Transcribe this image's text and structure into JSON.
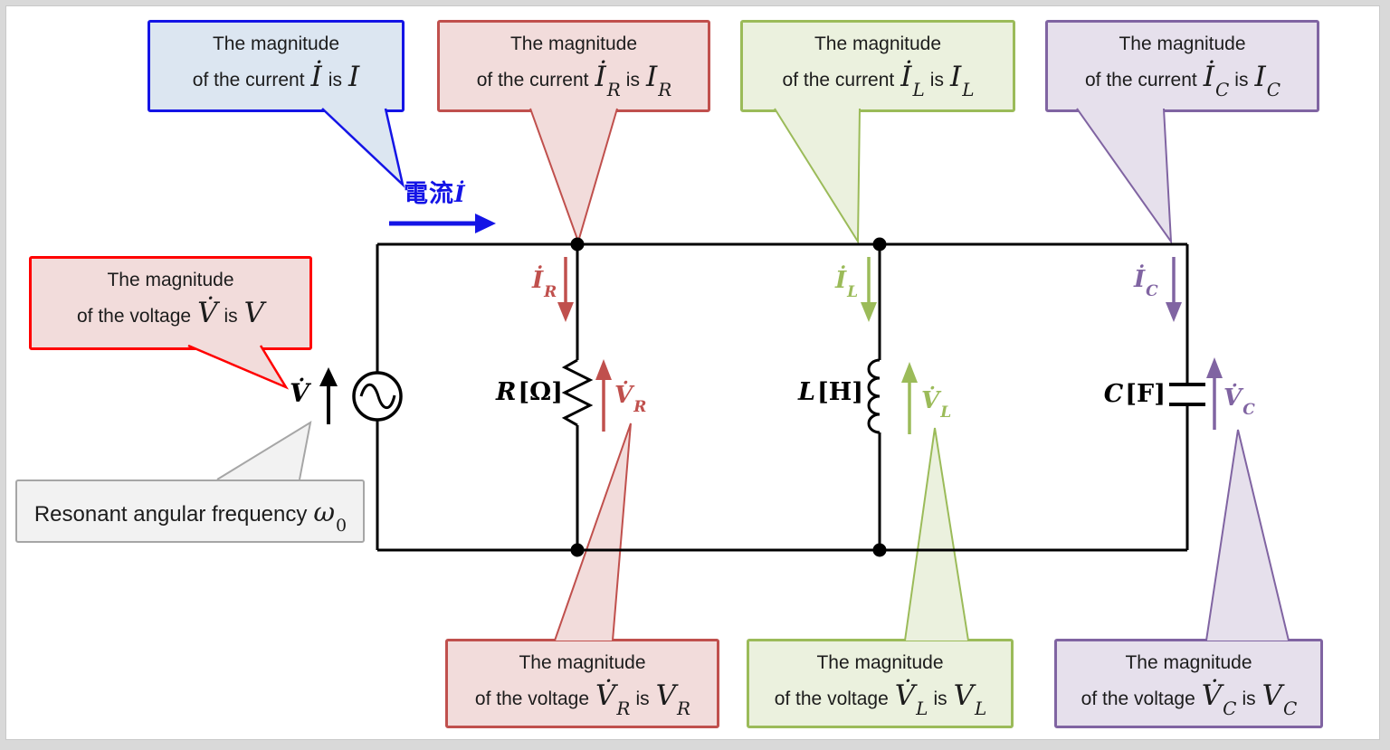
{
  "colors": {
    "blue_accent": "#1414e6",
    "red_accent": "#c0504d",
    "green_accent": "#9bbb59",
    "purple_accent": "#8064a2",
    "bright_red": "#ff0000",
    "blue_fill": "#dce6f1",
    "red_fill": "#f2dcdb",
    "green_fill": "#ebf1de",
    "purple_fill": "#e6e0ec",
    "gray_fill": "#f2f2f2",
    "gray_border": "#a6a6a6",
    "wire": "#000000"
  },
  "callouts": {
    "top": [
      {
        "line1": "The magnitude",
        "prefix": "of the current",
        "sym": "İ",
        "sym_sub": "",
        "mid": "is",
        "val": "I",
        "val_sub": ""
      },
      {
        "line1": "The magnitude",
        "prefix": "of the current",
        "sym": "İ",
        "sym_sub": "R",
        "mid": "is",
        "val": "I",
        "val_sub": "R"
      },
      {
        "line1": "The magnitude",
        "prefix": "of the current",
        "sym": "İ",
        "sym_sub": "L",
        "mid": "is",
        "val": "I",
        "val_sub": "L"
      },
      {
        "line1": "The magnitude",
        "prefix": "of the current",
        "sym": "İ",
        "sym_sub": "C",
        "mid": "is",
        "val": "I",
        "val_sub": "C"
      }
    ],
    "source_voltage": {
      "line1": "The magnitude",
      "prefix": "of the voltage",
      "sym": "V̇",
      "sym_sub": "",
      "mid": "is",
      "val": "V",
      "val_sub": ""
    },
    "resonant": {
      "text": "Resonant angular frequency",
      "sym": "ω",
      "sym_sub": "0"
    },
    "bottom": [
      {
        "line1": "The magnitude",
        "prefix": "of the voltage",
        "sym": "V̇",
        "sym_sub": "R",
        "mid": "is",
        "val": "V",
        "val_sub": "R"
      },
      {
        "line1": "The magnitude",
        "prefix": "of the voltage",
        "sym": "V̇",
        "sym_sub": "L",
        "mid": "is",
        "val": "V",
        "val_sub": "L"
      },
      {
        "line1": "The magnitude",
        "prefix": "of the voltage",
        "sym": "V̇",
        "sym_sub": "C",
        "mid": "is",
        "val": "V",
        "val_sub": "C"
      }
    ]
  },
  "circuit": {
    "current_flow": {
      "kanji": "電流",
      "sym": "İ"
    },
    "source": {
      "sym": "V̇"
    },
    "resistor": {
      "name": "R",
      "unit": "[Ω]"
    },
    "inductor": {
      "name": "L",
      "unit": "[H]"
    },
    "capacitor": {
      "name": "C",
      "unit": "[F]"
    },
    "i_r": {
      "sym": "İ",
      "sub": "R"
    },
    "i_l": {
      "sym": "İ",
      "sub": "L"
    },
    "i_c": {
      "sym": "İ",
      "sub": "C"
    },
    "v_r": {
      "sym": "V̇",
      "sub": "R"
    },
    "v_l": {
      "sym": "V̇",
      "sub": "L"
    },
    "v_c": {
      "sym": "V̇",
      "sub": "C"
    }
  }
}
